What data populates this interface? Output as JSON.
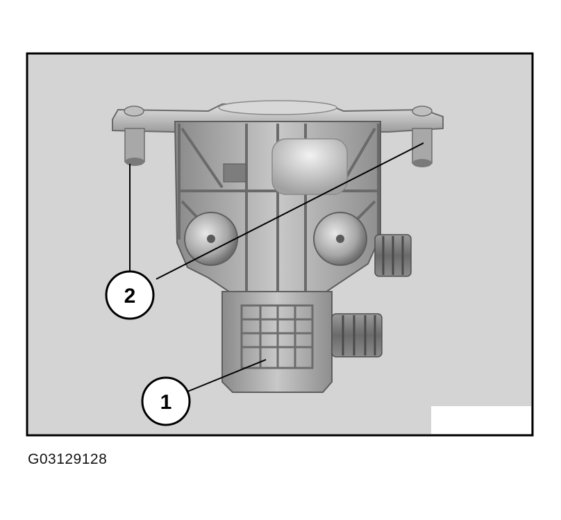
{
  "figure": {
    "callouts": [
      {
        "number": "1",
        "target": "valve-body-lower-section"
      },
      {
        "number": "2",
        "target": "mounting-pins"
      }
    ],
    "figure_code": "G03129128",
    "colors": {
      "panel_bg": "#d4d4d4",
      "part_light": "#c6c6c6",
      "part_mid": "#a9a9a9",
      "part_dark": "#6e6e6e",
      "line": "#000000"
    }
  }
}
